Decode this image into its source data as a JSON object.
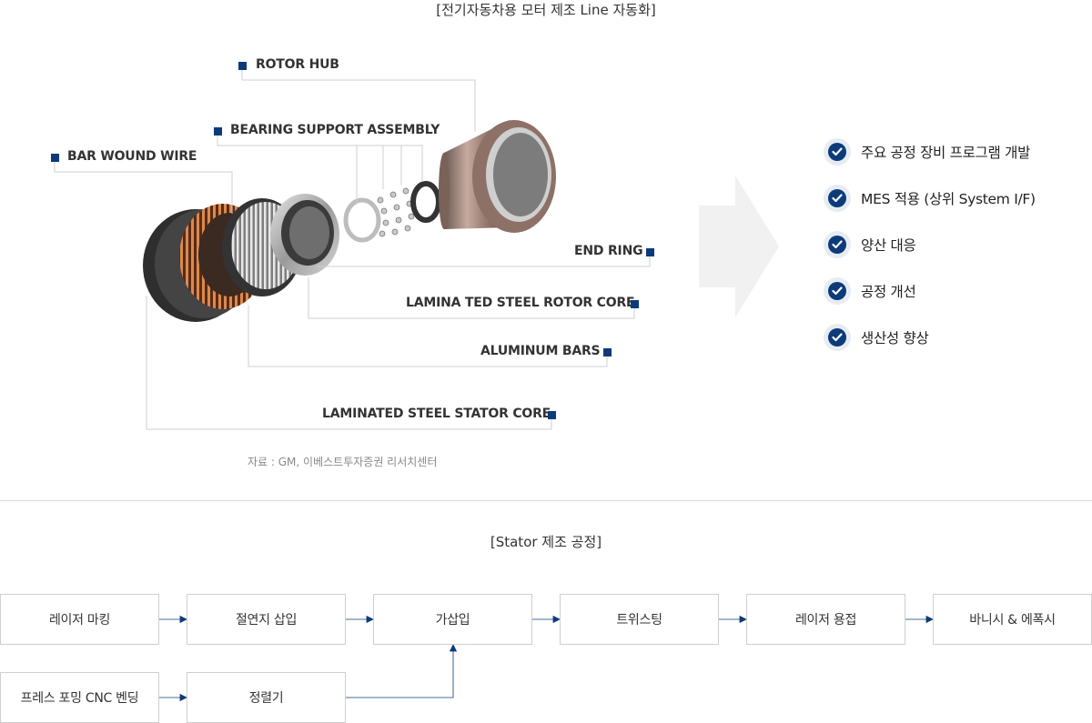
{
  "diagram_title": "[전기자동차용 모터 제조 Line 자동화]",
  "motor_labels": {
    "rotor_hub": "ROTOR HUB",
    "bearing_support": "BEARING SUPPORT ASSEMBLY",
    "bar_wound_wire": "BAR WOUND WIRE",
    "end_ring": "END RING",
    "rotor_core": "LAMINA TED STEEL ROTOR CORE",
    "aluminum_bars": "ALUMINUM BARS",
    "stator_core": "LAMINATED STEEL STATOR CORE"
  },
  "source": "자료 : GM, 이베스트투자증권 리서치센터",
  "benefits": [
    "주요 공정 장비 프로그램 개발",
    "MES 적용 (상위 System I/F)",
    "양산 대응",
    "공정 개선",
    "생산성 향상"
  ],
  "process_title": "[Stator 제조 공정]",
  "process_main": [
    "레이저 마킹",
    "절연지 삽입",
    "가삽입",
    "트위스팅",
    "레이저 용접",
    "바니시 & 에폭시"
  ],
  "process_sub": [
    "프레스 포밍 CNC 벤딩",
    "정렬기"
  ],
  "colors": {
    "accent": "#0d3b7a",
    "line": "#cfcfcf",
    "arrow": "#f1f1f1"
  }
}
